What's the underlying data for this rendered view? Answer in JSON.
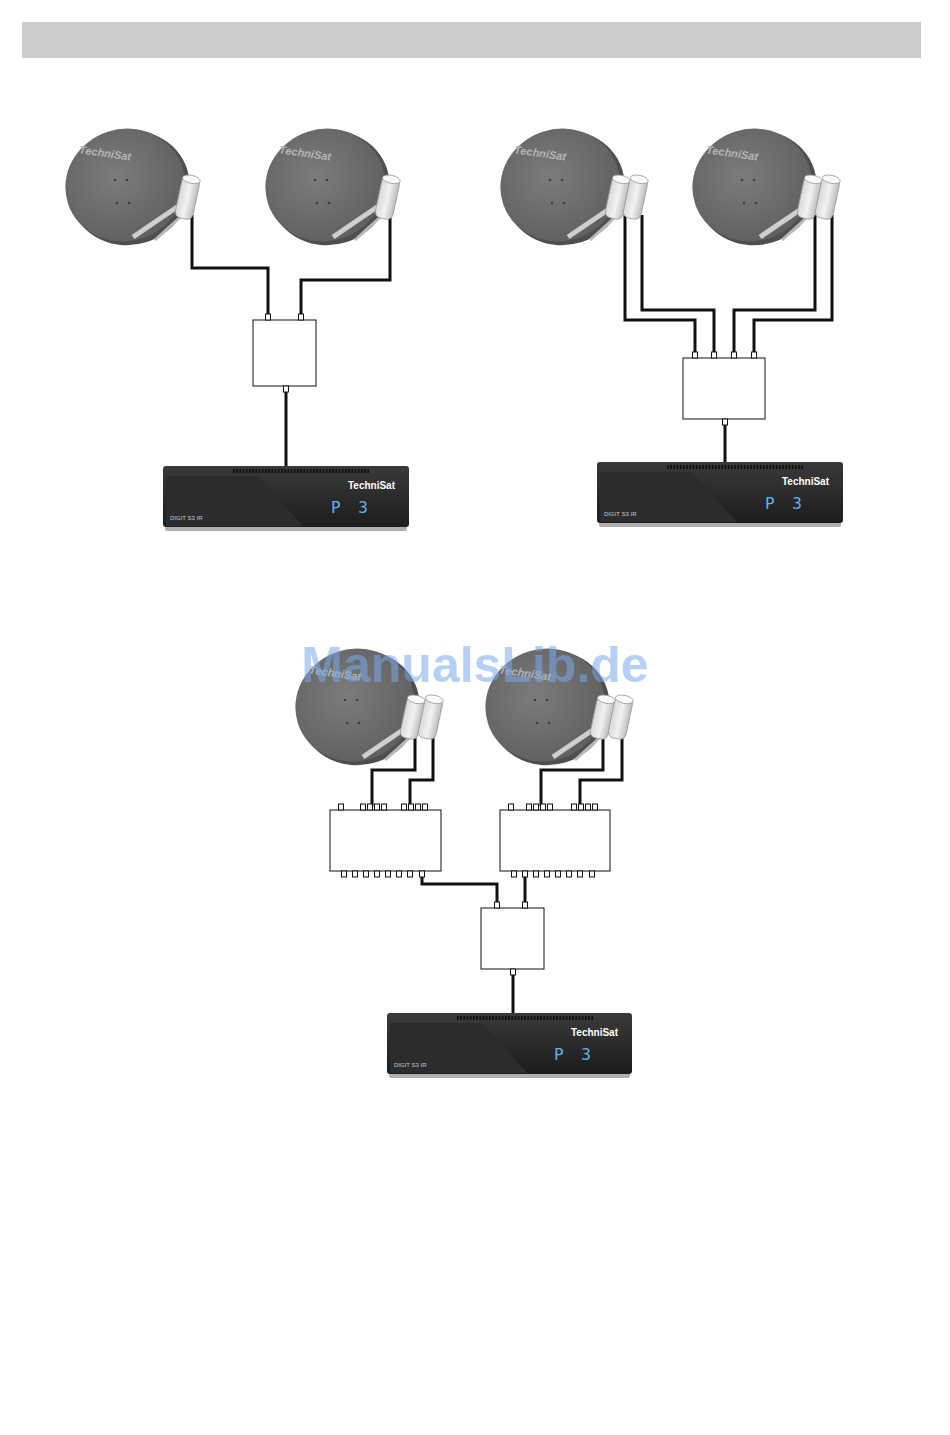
{
  "diagram": {
    "nodes": [
      {
        "text": [
          "TechniSat",
          "DIGIT S3 IR",
          "P 3"
        ]
      },
      {
        "text": [
          "TechniSat",
          "DIGIT S3 IR",
          "P 3"
        ]
      },
      {
        "text": [
          "TechniSat",
          "DIGIT S3 IR",
          "P 3"
        ]
      }
    ],
    "labels": [
      "TechniSat",
      "TechniSat",
      "TechniSat",
      "TechniSat",
      "TechniSat",
      "TechniSat",
      "ManualsLib.de"
    ]
  }
}
